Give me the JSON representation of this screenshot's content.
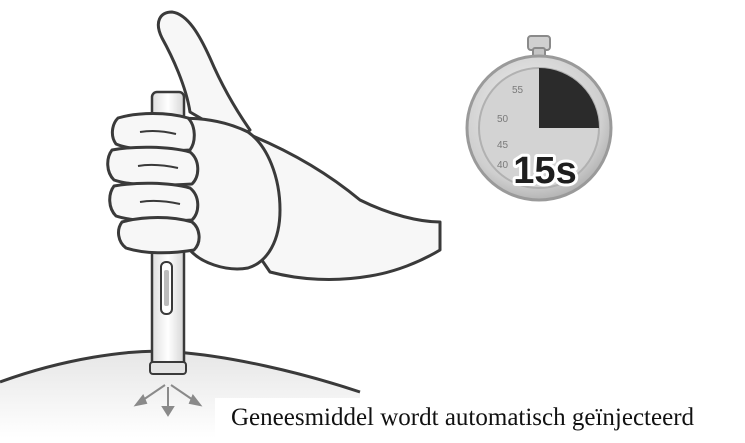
{
  "illustration": {
    "timer": {
      "label": "15s",
      "dial_numbers": [
        "55",
        "50",
        "45",
        "40"
      ],
      "elapsed_fraction": 0.25
    },
    "caption": "Geneesmiddel wordt automatisch geïnjecteerd"
  },
  "colors": {
    "line": "#3a3a3a",
    "skin_fill": "#f7f7f7",
    "shadow": "#d9d9d9",
    "timer_face": "#cfcfcf",
    "timer_sector": "#2b2b2b"
  }
}
